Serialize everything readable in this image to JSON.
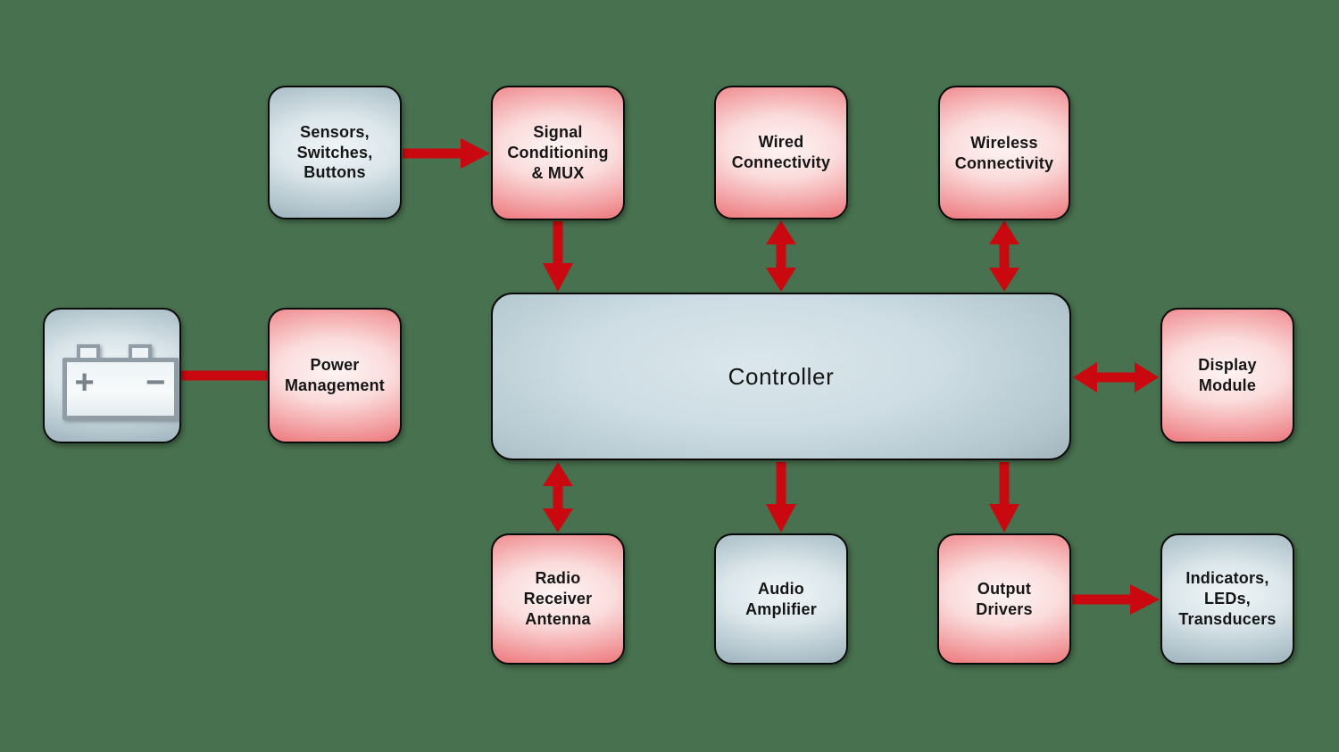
{
  "background_color": "#48714f",
  "arrow_color": "#c9090f",
  "node_colors": {
    "border": "#0a0a0a",
    "pink_center": "#fef4f4",
    "pink_edge": "#eb797d",
    "gray_center": "#eff5f7",
    "gray_edge": "#9aafb8",
    "text": "#161616"
  },
  "nodes": {
    "sensors": {
      "label": "Sensors,\nSwitches,\nButtons",
      "style": "gray"
    },
    "signal_conditioning": {
      "label": "Signal\nConditioning\n& MUX",
      "style": "pink"
    },
    "wired_connectivity": {
      "label": "Wired\nConnectivity",
      "style": "pink"
    },
    "wireless_connectivity": {
      "label": "Wireless\nConnectivity",
      "style": "pink"
    },
    "battery": {
      "icon": "battery-icon",
      "style": "gray",
      "plus_symbol": "+",
      "minus_symbol": "−"
    },
    "power_management": {
      "label": "Power\nManagement",
      "style": "pink"
    },
    "controller": {
      "label": "Controller",
      "style": "gray"
    },
    "display_module": {
      "label": "Display\nModule",
      "style": "pink"
    },
    "radio_receiver_antenna": {
      "label": "Radio\nReceiver\nAntenna",
      "style": "pink"
    },
    "audio_amplifier": {
      "label": "Audio\nAmplifier",
      "style": "gray"
    },
    "output_drivers": {
      "label": "Output\nDrivers",
      "style": "pink"
    },
    "indicators_leds_transducers": {
      "label": "Indicators,\nLEDs,\nTransducers",
      "style": "gray"
    }
  },
  "connections": [
    {
      "from": "sensors",
      "to": "signal_conditioning",
      "type": "arrow"
    },
    {
      "from": "signal_conditioning",
      "to": "controller",
      "type": "arrow"
    },
    {
      "from": "wired_connectivity",
      "to": "controller",
      "type": "bidirectional-arrow"
    },
    {
      "from": "wireless_connectivity",
      "to": "controller",
      "type": "bidirectional-arrow"
    },
    {
      "from": "battery",
      "to": "power_management",
      "type": "line"
    },
    {
      "from": "controller",
      "to": "display_module",
      "type": "bidirectional-arrow"
    },
    {
      "from": "controller",
      "to": "radio_receiver_antenna",
      "type": "bidirectional-arrow"
    },
    {
      "from": "controller",
      "to": "audio_amplifier",
      "type": "arrow"
    },
    {
      "from": "controller",
      "to": "output_drivers",
      "type": "arrow"
    },
    {
      "from": "output_drivers",
      "to": "indicators_leds_transducers",
      "type": "arrow"
    }
  ]
}
